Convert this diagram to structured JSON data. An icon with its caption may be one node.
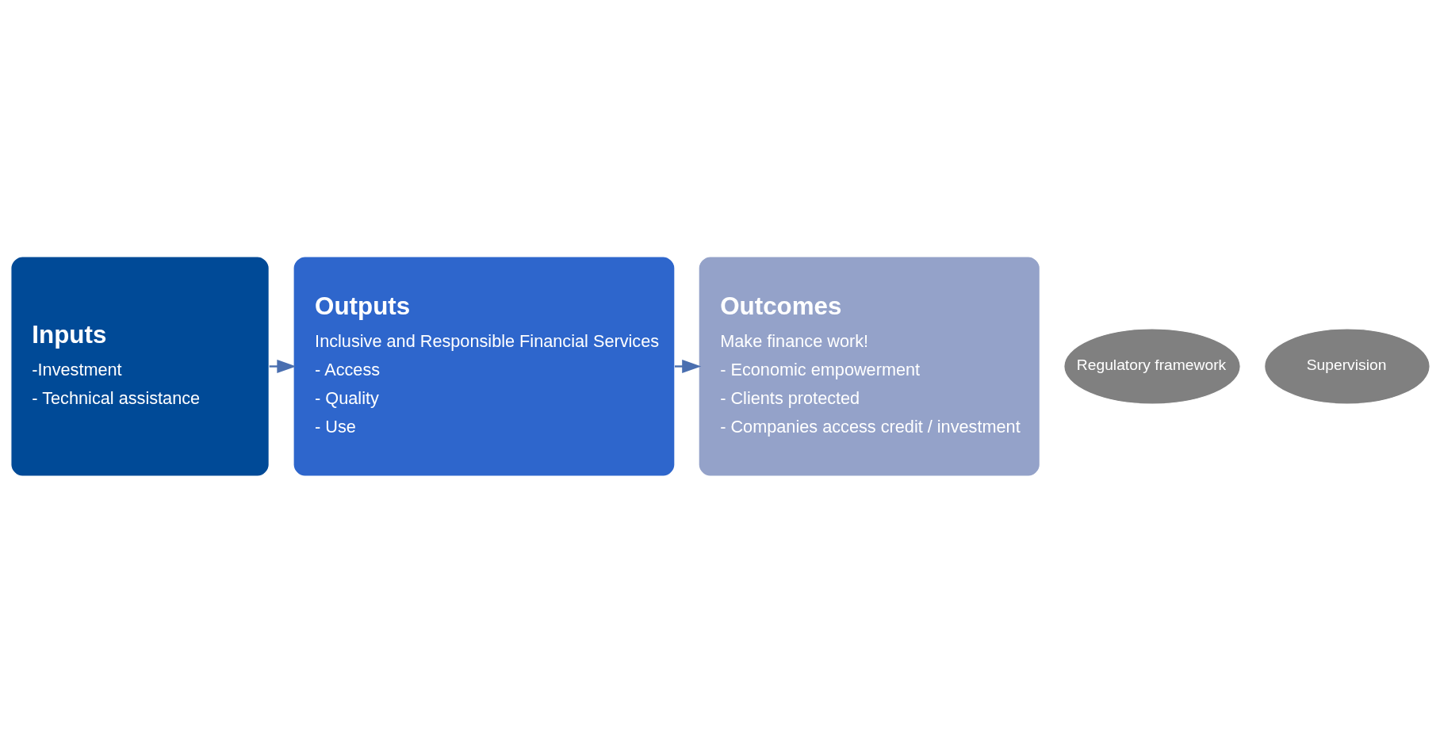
{
  "diagram": {
    "nodes": [
      {
        "text": [
          "Inputs",
          "-Investment",
          "- Technical assistance"
        ]
      },
      {
        "text": [
          "Outputs",
          "Inclusive and Responsible Financial Services",
          "- Access",
          "- Quality",
          "- Use"
        ]
      },
      {
        "text": [
          "Outcomes",
          "Make finance work!",
          "- Economic empowerment",
          "- Clients protected",
          "- Companies access credit / investment"
        ]
      },
      {
        "text": [
          "Regulatory framework"
        ]
      },
      {
        "text": [
          "Supervision"
        ]
      }
    ],
    "edges": [
      {
        "from": 0,
        "to": 1,
        "arrow": "to"
      },
      {
        "from": 1,
        "to": 2,
        "arrow": "to"
      }
    ]
  }
}
